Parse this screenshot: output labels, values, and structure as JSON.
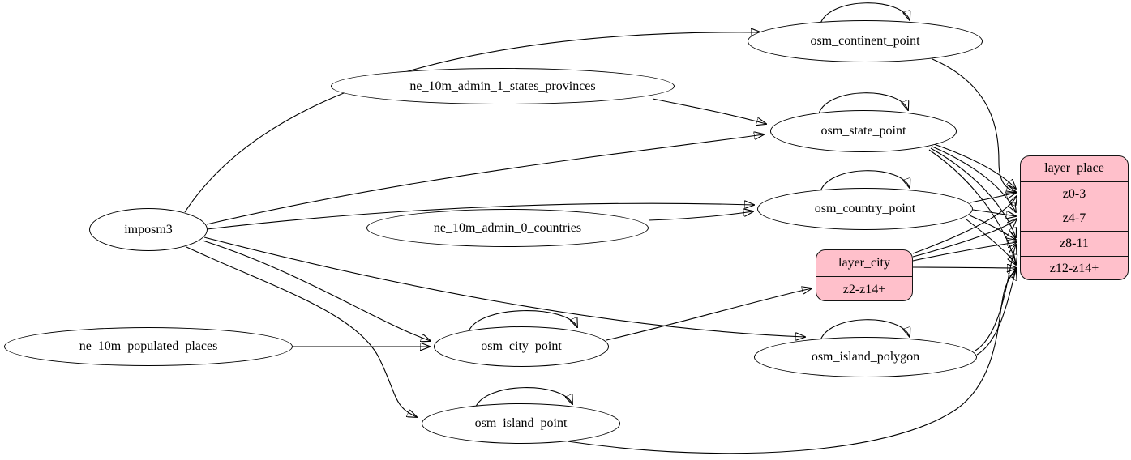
{
  "diagram": {
    "type": "etl-dependency-graph",
    "background_color": "#ffffff",
    "edge_color": "#000000",
    "table_node_fill": "#ffffff",
    "layer_node_fill": "#ffc0cb",
    "nodes": {
      "imposm3": {
        "label": "imposm3",
        "kind": "source"
      },
      "ne_10m_admin_1_states_provinces": {
        "label": "ne_10m_admin_1_states_provinces",
        "kind": "source"
      },
      "ne_10m_admin_0_countries": {
        "label": "ne_10m_admin_0_countries",
        "kind": "source"
      },
      "ne_10m_populated_places": {
        "label": "ne_10m_populated_places",
        "kind": "source"
      },
      "osm_continent_point": {
        "label": "osm_continent_point",
        "kind": "table"
      },
      "osm_state_point": {
        "label": "osm_state_point",
        "kind": "table"
      },
      "osm_country_point": {
        "label": "osm_country_point",
        "kind": "table"
      },
      "osm_city_point": {
        "label": "osm_city_point",
        "kind": "table"
      },
      "osm_island_polygon": {
        "label": "osm_island_polygon",
        "kind": "table"
      },
      "osm_island_point": {
        "label": "osm_island_point",
        "kind": "table"
      },
      "layer_place": {
        "label": "layer_place",
        "kind": "layer",
        "rows": [
          "z0-3",
          "z4-7",
          "z8-11",
          "z12-z14+"
        ]
      },
      "layer_city": {
        "label": "layer_city",
        "kind": "layer",
        "rows": [
          "z2-z14+"
        ]
      }
    },
    "edges": [
      {
        "from": "imposm3",
        "to": "osm_continent_point"
      },
      {
        "from": "imposm3",
        "to": "osm_state_point"
      },
      {
        "from": "imposm3",
        "to": "osm_country_point"
      },
      {
        "from": "imposm3",
        "to": "osm_city_point"
      },
      {
        "from": "imposm3",
        "to": "osm_island_polygon"
      },
      {
        "from": "imposm3",
        "to": "osm_island_point"
      },
      {
        "from": "ne_10m_admin_1_states_provinces",
        "to": "osm_state_point"
      },
      {
        "from": "ne_10m_admin_0_countries",
        "to": "osm_country_point"
      },
      {
        "from": "ne_10m_populated_places",
        "to": "osm_city_point"
      },
      {
        "from": "osm_continent_point",
        "to": "osm_continent_point"
      },
      {
        "from": "osm_state_point",
        "to": "osm_state_point"
      },
      {
        "from": "osm_country_point",
        "to": "osm_country_point"
      },
      {
        "from": "osm_city_point",
        "to": "osm_city_point"
      },
      {
        "from": "osm_island_polygon",
        "to": "osm_island_polygon"
      },
      {
        "from": "osm_island_point",
        "to": "osm_island_point"
      },
      {
        "from": "osm_continent_point",
        "to": "layer_place",
        "port": "z0-3"
      },
      {
        "from": "osm_state_point",
        "to": "layer_place",
        "port": "z0-3"
      },
      {
        "from": "osm_state_point",
        "to": "layer_place",
        "port": "z4-7"
      },
      {
        "from": "osm_state_point",
        "to": "layer_place",
        "port": "z8-11"
      },
      {
        "from": "osm_state_point",
        "to": "layer_place",
        "port": "z12-z14+"
      },
      {
        "from": "osm_country_point",
        "to": "layer_place",
        "port": "z0-3"
      },
      {
        "from": "osm_country_point",
        "to": "layer_place",
        "port": "z4-7"
      },
      {
        "from": "osm_country_point",
        "to": "layer_place",
        "port": "z8-11"
      },
      {
        "from": "osm_country_point",
        "to": "layer_place",
        "port": "z12-z14+"
      },
      {
        "from": "osm_city_point",
        "to": "layer_city",
        "port": "z2-z14+"
      },
      {
        "from": "layer_city",
        "to": "layer_place",
        "port": "z0-3"
      },
      {
        "from": "layer_city",
        "to": "layer_place",
        "port": "z4-7"
      },
      {
        "from": "layer_city",
        "to": "layer_place",
        "port": "z8-11"
      },
      {
        "from": "layer_city",
        "to": "layer_place",
        "port": "z12-z14+"
      },
      {
        "from": "osm_island_polygon",
        "to": "layer_place",
        "port": "z8-11"
      },
      {
        "from": "osm_island_polygon",
        "to": "layer_place",
        "port": "z12-z14+"
      },
      {
        "from": "osm_island_point",
        "to": "layer_place",
        "port": "z12-z14+"
      }
    ]
  }
}
